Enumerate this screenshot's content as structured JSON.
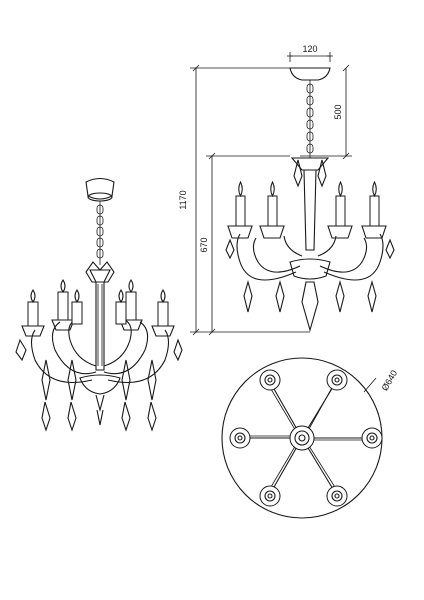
{
  "dimensions": {
    "canopy_width": "120",
    "chain_length": "500",
    "total_height": "1170",
    "body_height": "670",
    "diameter": "Ø640"
  }
}
